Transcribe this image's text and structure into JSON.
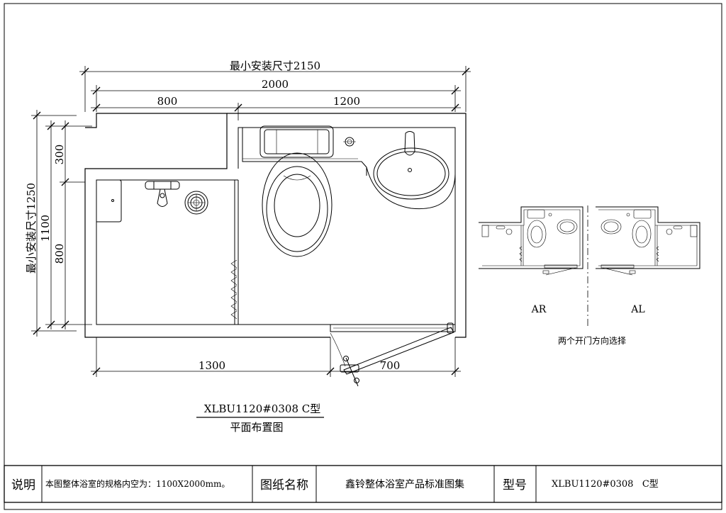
{
  "dimensions": {
    "min_width_label": "最小安装尺寸2150",
    "total_width": "2000",
    "seg_left": "800",
    "seg_right": "1200",
    "min_height_label": "最小安装尺寸1250",
    "height_inner": "1100",
    "height_top": "300",
    "height_bottom": "800",
    "bottom_left": "1300",
    "bottom_right": "700"
  },
  "plan_caption": {
    "model": "XLBU1120#0308 C型",
    "subtitle": "平面布置图"
  },
  "variants": {
    "left_label": "AR",
    "right_label": "AL",
    "note": "两个开门方向选择"
  },
  "title_block": {
    "note_header": "说明",
    "note_text": "本图整体浴室的规格内空为：1100X2000mm。",
    "drawing_name_header": "图纸名称",
    "drawing_name": "鑫铃整体浴室产品标准图集",
    "model_header": "型号",
    "model_value": "XLBU1120#0308   C型"
  }
}
